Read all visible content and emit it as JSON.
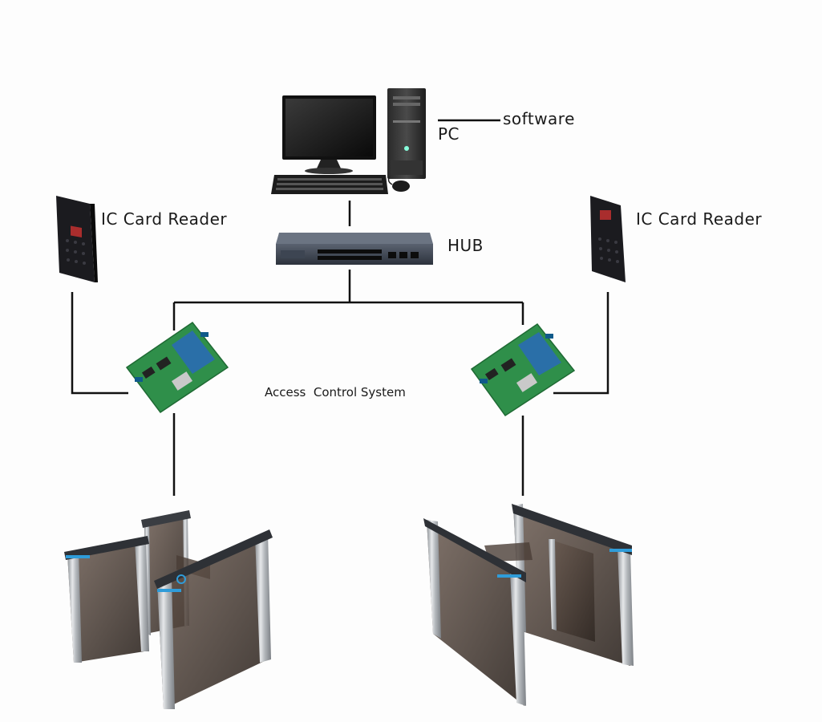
{
  "labels": {
    "software": "software",
    "pc": "PC",
    "hub": "HUB",
    "reader_left": "IC Card Reader",
    "reader_right": "IC Card Reader",
    "access_control": "Access  Control System"
  },
  "colors": {
    "line": "#111111",
    "board_green": "#2f8f4a",
    "board_blue": "#2a6fa8",
    "reader": "#1b1b1f",
    "gate_steel": "#b9bcc0",
    "gate_glass": "#4a3d36",
    "gate_accent": "#2f9cd9"
  },
  "icons": [
    "monitor-icon",
    "pc-tower-icon",
    "keyboard-icon",
    "mouse-icon",
    "network-hub-icon",
    "card-reader-icon",
    "controller-board-icon",
    "turnstile-gate-icon"
  ]
}
